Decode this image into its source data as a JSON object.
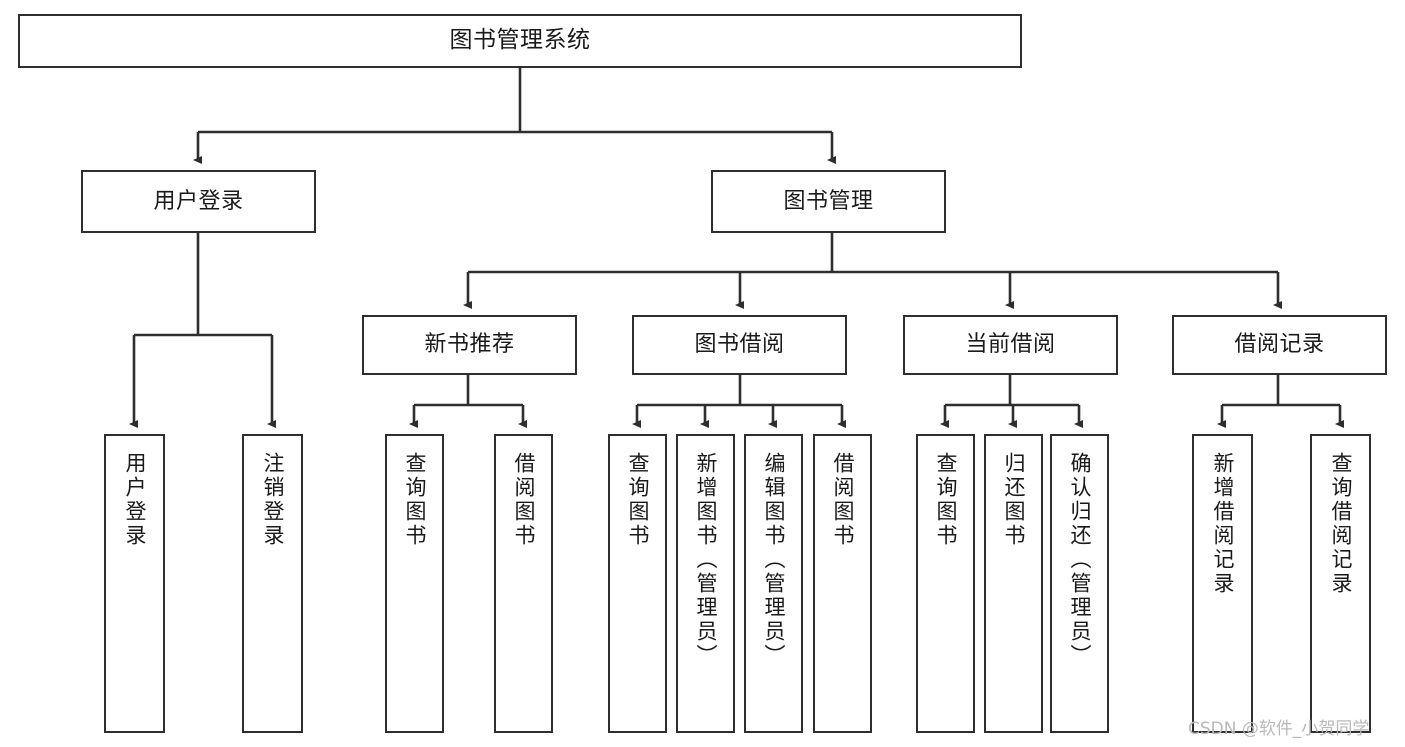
{
  "diagram": {
    "title": "图书管理系统",
    "type": "tree-hierarchy",
    "watermark": "CSDN @软件_小贺同学",
    "colors": {
      "stroke": "#2e2e2e",
      "fill": "#ffffff",
      "text": "#1a1a1a",
      "watermark": "#b9b9b9"
    },
    "root": {
      "label": "图书管理系统"
    },
    "level2": [
      {
        "label": "用户登录"
      },
      {
        "label": "图书管理"
      }
    ],
    "level3": [
      {
        "label": "新书推荐"
      },
      {
        "label": "图书借阅"
      },
      {
        "label": "当前借阅"
      },
      {
        "label": "借阅记录"
      }
    ],
    "leaves": {
      "user_login": [
        {
          "label": "用户登录"
        },
        {
          "label": "注销登录"
        }
      ],
      "new_book_recommend": [
        {
          "label": "查询图书"
        },
        {
          "label": "借阅图书"
        }
      ],
      "book_borrow": [
        {
          "label": "查询图书"
        },
        {
          "label": "新增图书（管理员）"
        },
        {
          "label": "编辑图书（管理员）"
        },
        {
          "label": "借阅图书"
        }
      ],
      "current_borrow": [
        {
          "label": "查询图书"
        },
        {
          "label": "归还图书"
        },
        {
          "label": "确认归还（管理员）"
        }
      ],
      "borrow_record": [
        {
          "label": "新增借阅记录"
        },
        {
          "label": "查询借阅记录"
        }
      ]
    }
  }
}
